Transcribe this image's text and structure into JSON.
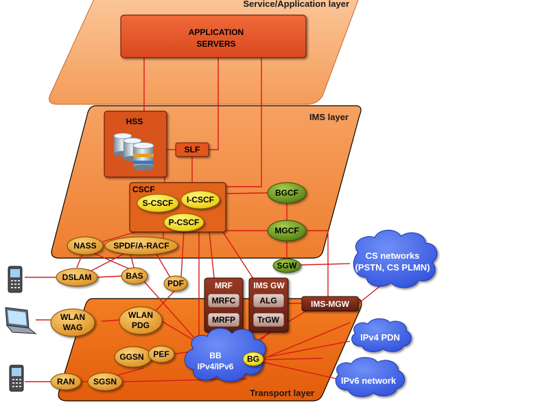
{
  "layers": {
    "service": "Service/Application layer",
    "ims": "IMS layer",
    "transport": "Transport layer"
  },
  "app_servers": [
    "APPLICATION",
    "SERVERS"
  ],
  "nodes": {
    "hss": "HSS",
    "slf": "SLF",
    "cscf": "CSCF",
    "s_cscf": "S-CSCF",
    "i_cscf": "I-CSCF",
    "p_cscf": "P-CSCF",
    "bgcf": "BGCF",
    "mgcf": "MGCF",
    "nass": "NASS",
    "spdf": "SPDF/A-RACF",
    "sgw": "SGW",
    "dslam": "DSLAM",
    "bas": "BAS",
    "pdf": "PDF",
    "mrf": "MRF",
    "mrfc": "MRFC",
    "mrfp": "MRFP",
    "ims_gw": "IMS GW",
    "alg": "ALG",
    "trgw": "TrGW",
    "ims_mgw": "IMS-MGW",
    "wlan_wag": [
      "WLAN",
      "WAG"
    ],
    "wlan_pdg": [
      "WLAN",
      "PDG"
    ],
    "ggsn": "GGSN",
    "pef": "PEF",
    "ran": "RAN",
    "sgsn": "SGSN",
    "bb": [
      "BB",
      "IPv4/IPv6"
    ],
    "bg": "BG"
  },
  "clouds": {
    "cs_networks": [
      "CS networks",
      "(PSTN, CS PLMN)"
    ],
    "ipv4_pdn": "IPv4 PDN",
    "ipv6_network": "IPv6 network"
  },
  "colors": {
    "service_layer": "#f7ad72",
    "ims_layer": "#f08a3c",
    "transport_layer": "#e86418",
    "link": "#d81818",
    "cloud": "#3d63e6",
    "node_orange": "#e8a33a",
    "node_yellow": "#f7e21c",
    "node_green": "#6c9a1c",
    "dark_box": "#7a2b1d"
  },
  "devices": [
    "mobile-phone-icon",
    "laptop-icon",
    "mobile-phone-icon"
  ]
}
